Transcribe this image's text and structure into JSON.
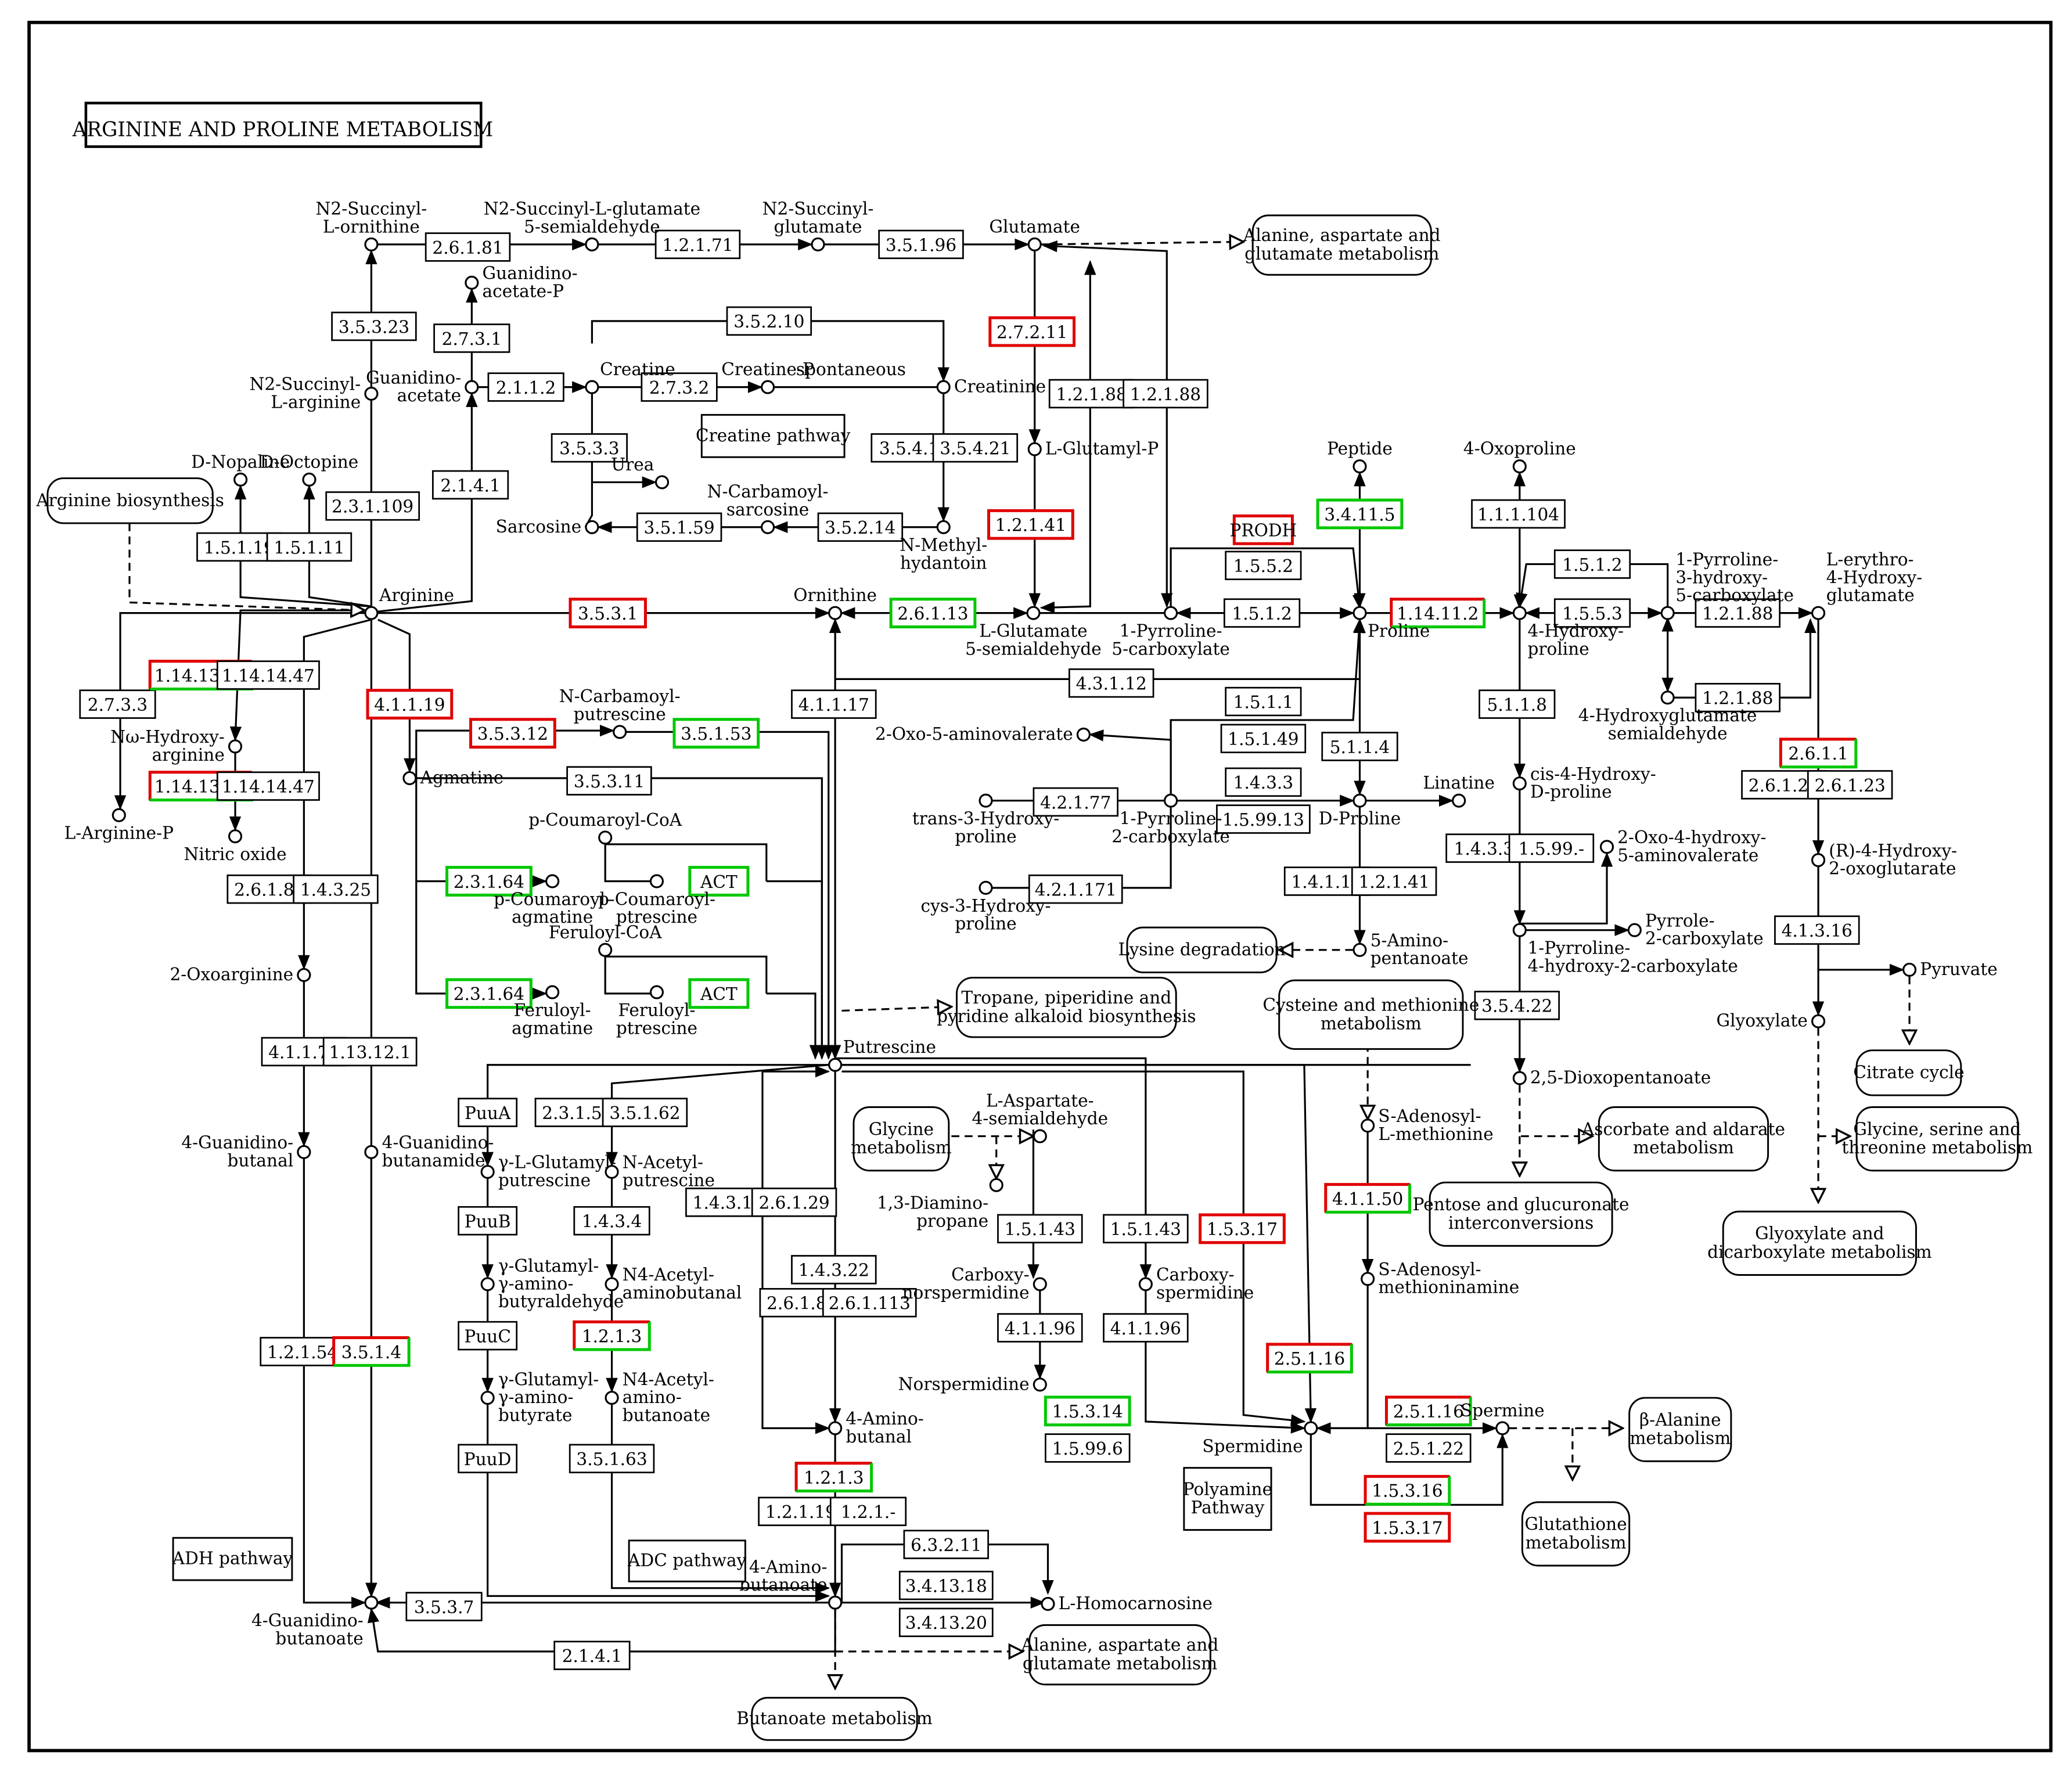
{
  "title": "ARGININE AND PROLINE METABOLISM",
  "colors": {
    "stroke": "#000000",
    "up": "#e00000",
    "down": "#00c800",
    "text": "#000000",
    "background": "#ffffff"
  },
  "enzymes": [
    {
      "id": "e_26181",
      "label": "2.6.1.81",
      "status": "none"
    },
    {
      "id": "e_121171",
      "label": "1.2.1.71",
      "status": "none"
    },
    {
      "id": "e_35196",
      "label": "3.5.1.96",
      "status": "none"
    },
    {
      "id": "e_273_1",
      "label": "2.7.3.1",
      "status": "none"
    },
    {
      "id": "e_35323",
      "label": "3.5.3.23",
      "status": "none"
    },
    {
      "id": "e_35210",
      "label": "3.5.2.10",
      "status": "none"
    },
    {
      "id": "e_27211",
      "label": "2.7.2.11",
      "status": "up"
    },
    {
      "id": "e_1218a",
      "label": "1.2.1.88",
      "status": "none"
    },
    {
      "id": "e_1218b",
      "label": "1.2.1.88",
      "status": "none"
    },
    {
      "id": "e_2112",
      "label": "2.1.1.2",
      "status": "none"
    },
    {
      "id": "e_2732",
      "label": "2.7.3.2",
      "status": "none"
    },
    {
      "id": "e_3533",
      "label": "3.5.3.3",
      "status": "none"
    },
    {
      "id": "e_3541",
      "label": "3.5.4.1",
      "status": "none"
    },
    {
      "id": "e_35421",
      "label": "3.5.4.21",
      "status": "none"
    },
    {
      "id": "e_2141a",
      "label": "2.1.4.1",
      "status": "none"
    },
    {
      "id": "e_231109",
      "label": "2.3.1.109",
      "status": "none"
    },
    {
      "id": "e_15119",
      "label": "1.5.1.19",
      "status": "none"
    },
    {
      "id": "e_15111",
      "label": "1.5.1.11",
      "status": "none"
    },
    {
      "id": "e_35159",
      "label": "3.5.1.59",
      "status": "none"
    },
    {
      "id": "e_35214",
      "label": "3.5.2.14",
      "status": "none"
    },
    {
      "id": "e_12141",
      "label": "1.2.1.41",
      "status": "up"
    },
    {
      "id": "e_prodh",
      "label": "PRODH",
      "status": "up"
    },
    {
      "id": "e_34115",
      "label": "3.4.11.5",
      "status": "down"
    },
    {
      "id": "e_111104",
      "label": "1.1.1.104",
      "status": "none"
    },
    {
      "id": "e_1552",
      "label": "1.5.5.2",
      "status": "none"
    },
    {
      "id": "e_1512a",
      "label": "1.5.1.2",
      "status": "none"
    },
    {
      "id": "e_1512b",
      "label": "1.5.1.2",
      "status": "none"
    },
    {
      "id": "e_1553",
      "label": "1.5.5.3",
      "status": "none"
    },
    {
      "id": "e_12188c",
      "label": "1.2.1.88",
      "status": "none"
    },
    {
      "id": "e_12188d",
      "label": "1.2.1.88",
      "status": "none"
    },
    {
      "id": "e_3531",
      "label": "3.5.3.1",
      "status": "up"
    },
    {
      "id": "e_26113",
      "label": "2.6.1.13",
      "status": "down"
    },
    {
      "id": "e_114112",
      "label": "1.14.11.2",
      "status": "mixed"
    },
    {
      "id": "e_43112",
      "label": "4.3.1.12",
      "status": "none"
    },
    {
      "id": "e_2733",
      "label": "2.7.3.3",
      "status": "none"
    },
    {
      "id": "e_1141339a",
      "label": "1.14.13.39",
      "status": "mixed"
    },
    {
      "id": "e_1141447a",
      "label": "1.14.14.47",
      "status": "none"
    },
    {
      "id": "e_1141339b",
      "label": "1.14.13.39",
      "status": "mixed"
    },
    {
      "id": "e_1141447b",
      "label": "1.14.14.47",
      "status": "none"
    },
    {
      "id": "e_41119",
      "label": "4.1.1.19",
      "status": "up"
    },
    {
      "id": "e_41117",
      "label": "4.1.1.17",
      "status": "none"
    },
    {
      "id": "e_35312",
      "label": "3.5.3.12",
      "status": "up"
    },
    {
      "id": "e_35153",
      "label": "3.5.1.53",
      "status": "down"
    },
    {
      "id": "e_35311",
      "label": "3.5.3.11",
      "status": "none"
    },
    {
      "id": "e_1511",
      "label": "1.5.1.1",
      "status": "none"
    },
    {
      "id": "e_15149",
      "label": "1.5.1.49",
      "status": "none"
    },
    {
      "id": "e_5118",
      "label": "5.1.1.8",
      "status": "none"
    },
    {
      "id": "e_5114",
      "label": "5.1.1.4",
      "status": "none"
    },
    {
      "id": "e_4217",
      "label": "4.2.1.77",
      "status": "none"
    },
    {
      "id": "e_1433a",
      "label": "1.4.3.3",
      "status": "none"
    },
    {
      "id": "e_159913",
      "label": "1.5.99.13",
      "status": "none"
    },
    {
      "id": "e_42171",
      "label": "4.2.1.171",
      "status": "none"
    },
    {
      "id": "e_2611",
      "label": "2.6.1.1",
      "status": "mixed"
    },
    {
      "id": "e_26121",
      "label": "2.6.1.21",
      "status": "none"
    },
    {
      "id": "e_26123",
      "label": "2.6.1.23",
      "status": "none"
    },
    {
      "id": "e_1433b",
      "label": "1.4.3.3",
      "status": "none"
    },
    {
      "id": "e_1599",
      "label": "1.5.99.-",
      "status": "none"
    },
    {
      "id": "e_23164a",
      "label": "2.3.1.64",
      "status": "down"
    },
    {
      "id": "e_acta",
      "label": "ACT",
      "status": "down"
    },
    {
      "id": "e_23164b",
      "label": "2.3.1.64",
      "status": "down"
    },
    {
      "id": "e_actb",
      "label": "ACT",
      "status": "down"
    },
    {
      "id": "e_26184",
      "label": "2.6.1.84",
      "status": "none"
    },
    {
      "id": "e_14325",
      "label": "1.4.3.25",
      "status": "none"
    },
    {
      "id": "e_14112",
      "label": "1.4.1.12",
      "status": "none"
    },
    {
      "id": "e_12141b",
      "label": "1.2.1.41",
      "status": "none"
    },
    {
      "id": "e_41316",
      "label": "4.1.3.16",
      "status": "none"
    },
    {
      "id": "e_35422",
      "label": "3.5.4.22",
      "status": "none"
    },
    {
      "id": "e_41175",
      "label": "4.1.1.75",
      "status": "none"
    },
    {
      "id": "e_1131121",
      "label": "1.13.12.1",
      "status": "none"
    },
    {
      "id": "e_puua",
      "label": "PuuA",
      "status": "none"
    },
    {
      "id": "e_23157",
      "label": "2.3.1.57",
      "status": "none"
    },
    {
      "id": "e_35162",
      "label": "3.5.1.62",
      "status": "none"
    },
    {
      "id": "e_puub",
      "label": "PuuB",
      "status": "none"
    },
    {
      "id": "e_1434",
      "label": "1.4.3.4",
      "status": "none"
    },
    {
      "id": "e_14310",
      "label": "1.4.3.10",
      "status": "none"
    },
    {
      "id": "e_26129",
      "label": "2.6.1.29",
      "status": "none"
    },
    {
      "id": "e_15143a",
      "label": "1.5.1.43",
      "status": "none"
    },
    {
      "id": "e_15143b",
      "label": "1.5.1.43",
      "status": "none"
    },
    {
      "id": "e_15317a",
      "label": "1.5.3.17",
      "status": "up"
    },
    {
      "id": "e_41150",
      "label": "4.1.1.50",
      "status": "mixed"
    },
    {
      "id": "e_14322",
      "label": "1.4.3.22",
      "status": "none"
    },
    {
      "id": "e_26182",
      "label": "2.6.1.82",
      "status": "none"
    },
    {
      "id": "e_261113",
      "label": "2.6.1.113",
      "status": "none"
    },
    {
      "id": "e_41196a",
      "label": "4.1.1.96",
      "status": "none"
    },
    {
      "id": "e_41196b",
      "label": "4.1.1.96",
      "status": "none"
    },
    {
      "id": "e_puuc",
      "label": "PuuC",
      "status": "none"
    },
    {
      "id": "e_1213a",
      "label": "1.2.1.3",
      "status": "mixed"
    },
    {
      "id": "e_12154",
      "label": "1.2.1.54",
      "status": "none"
    },
    {
      "id": "e_3514",
      "label": "3.5.1.4",
      "status": "mixed"
    },
    {
      "id": "e_25116a",
      "label": "2.5.1.16",
      "status": "mixed"
    },
    {
      "id": "e_15314",
      "label": "1.5.3.14",
      "status": "down"
    },
    {
      "id": "e_15996",
      "label": "1.5.99.6",
      "status": "none"
    },
    {
      "id": "e_25116b",
      "label": "2.5.1.16",
      "status": "mixed"
    },
    {
      "id": "e_25122",
      "label": "2.5.1.22",
      "status": "none"
    },
    {
      "id": "e_puud",
      "label": "PuuD",
      "status": "none"
    },
    {
      "id": "e_35163",
      "label": "3.5.1.63",
      "status": "none"
    },
    {
      "id": "e_1213b",
      "label": "1.2.1.3",
      "status": "mixed"
    },
    {
      "id": "e_12119",
      "label": "1.2.1.19",
      "status": "none"
    },
    {
      "id": "e_121dash",
      "label": "1.2.1.-",
      "status": "none"
    },
    {
      "id": "e_15316",
      "label": "1.5.3.16",
      "status": "mixed"
    },
    {
      "id": "e_15317b",
      "label": "1.5.3.17",
      "status": "up"
    },
    {
      "id": "e_63211",
      "label": "6.3.2.11",
      "status": "none"
    },
    {
      "id": "e_341318",
      "label": "3.4.13.18",
      "status": "none"
    },
    {
      "id": "e_341320",
      "label": "3.4.13.20",
      "status": "none"
    },
    {
      "id": "e_3537",
      "label": "3.5.3.7",
      "status": "none"
    },
    {
      "id": "e_2141b",
      "label": "2.1.4.1",
      "status": "none"
    }
  ],
  "compounds": [
    {
      "id": "n2s_orn",
      "label": "N2-Succinyl-\nL-ornithine"
    },
    {
      "id": "n2s_glu_sa",
      "label": "N2-Succinyl-L-glutamate\n5-semialdehyde"
    },
    {
      "id": "n2s_glu",
      "label": "N2-Succinyl-\nglutamate"
    },
    {
      "id": "glutamate",
      "label": "Glutamate"
    },
    {
      "id": "guan_ac_p",
      "label": "Guanidino-\nacetate-P"
    },
    {
      "id": "n2s_arg",
      "label": "N2-Succinyl-\nL-arginine"
    },
    {
      "id": "guan_ac",
      "label": "Guanidino-\nacetate"
    },
    {
      "id": "creatine",
      "label": "Creatine"
    },
    {
      "id": "creatine_p",
      "label": "Creatine-P"
    },
    {
      "id": "creatinine",
      "label": "Creatinine"
    },
    {
      "id": "spontaneous",
      "label": "spontaneous"
    },
    {
      "id": "urea",
      "label": "Urea"
    },
    {
      "id": "l_glu_p",
      "label": "L-Glutamyl-P"
    },
    {
      "id": "peptide",
      "label": "Peptide"
    },
    {
      "id": "oxoproline",
      "label": "4-Oxoproline"
    },
    {
      "id": "d_nopaline",
      "label": "D-Nopaline"
    },
    {
      "id": "d_octopine",
      "label": "D-Octopine"
    },
    {
      "id": "n_carb_sarc",
      "label": "N-Carbamoyl-\nsarcosine"
    },
    {
      "id": "sarcosine",
      "label": "Sarcosine"
    },
    {
      "id": "n_me_hyd",
      "label": "N-Methyl-\nhydantoin"
    },
    {
      "id": "p5c_carbox",
      "label": "1-Pyrroline-\n3-hydroxy-\n5-carboxylate"
    },
    {
      "id": "l_ery_hg",
      "label": "L-erythro-\n4-Hydroxy-\nglutamate"
    },
    {
      "id": "arginine",
      "label": "Arginine"
    },
    {
      "id": "ornithine",
      "label": "Ornithine"
    },
    {
      "id": "l_glu_sa",
      "label": "L-Glutamate\n5-semialdehyde"
    },
    {
      "id": "p5c",
      "label": "1-Pyrroline-\n5-carboxylate"
    },
    {
      "id": "proline",
      "label": "Proline"
    },
    {
      "id": "hydroxyproline",
      "label": "4-Hydroxy-\nproline"
    },
    {
      "id": "hg_sa",
      "label": "4-Hydroxyglutamate\nsemialdehyde"
    },
    {
      "id": "nw_oh_arg",
      "label": "Nω-Hydroxy-\narginine"
    },
    {
      "id": "n_carb_put",
      "label": "N-Carbamoyl-\nputrescine"
    },
    {
      "id": "oxo_aminoval",
      "label": "2-Oxo-5-aminovalerate"
    },
    {
      "id": "agmatine",
      "label": "Agmatine"
    },
    {
      "id": "p_coum_coa",
      "label": "p-Coumaroyl-CoA"
    },
    {
      "id": "linatine",
      "label": "Linatine"
    },
    {
      "id": "l_arg_p",
      "label": "L-Arginine-P"
    },
    {
      "id": "nitric_oxide",
      "label": "Nitric oxide"
    },
    {
      "id": "cis_hyp",
      "label": "cis-4-Hydroxy-\nD-proline"
    },
    {
      "id": "trans3hyp",
      "label": "trans-3-Hydroxy-\nproline"
    },
    {
      "id": "p2c",
      "label": "1-Pyrroline-\n2-carboxylate"
    },
    {
      "id": "d_proline",
      "label": "D-Proline"
    },
    {
      "id": "oxo4aminoval",
      "label": "2-Oxo-4-hydroxy-\n5-aminovalerate"
    },
    {
      "id": "r4hog",
      "label": "(R)-4-Hydroxy-\n2-oxoglutarate"
    },
    {
      "id": "p_coum_agm",
      "label": "p-Coumaroyl-\nagmatine"
    },
    {
      "id": "p_coum_ptr",
      "label": "p-Coumaroyl-\nptrescine"
    },
    {
      "id": "cys3hyp",
      "label": "cys-3-Hydroxy-\nproline"
    },
    {
      "id": "pyrrole2c",
      "label": "Pyrrole-\n2-carboxylate"
    },
    {
      "id": "p4h2c",
      "label": "1-Pyrroline-\n4-hydroxy-2-carboxylate"
    },
    {
      "id": "aminopent",
      "label": "5-Amino-\npentanoate"
    },
    {
      "id": "feruloyl_coa",
      "label": "Feruloyl-CoA"
    },
    {
      "id": "oxoarginine",
      "label": "2-Oxoarginine"
    },
    {
      "id": "pyruvate",
      "label": "Pyruvate"
    },
    {
      "id": "glyoxylate",
      "label": "Glyoxylate"
    },
    {
      "id": "fer_agm",
      "label": "Feruloyl-\nagmatine"
    },
    {
      "id": "fer_ptr",
      "label": "Feruloyl-\nptrescine"
    },
    {
      "id": "putrescine",
      "label": "Putrescine"
    },
    {
      "id": "dioxopent",
      "label": "2,5-Dioxopentanoate"
    },
    {
      "id": "l_asp_sa",
      "label": "L-Aspartate-\n4-semialdehyde"
    },
    {
      "id": "same",
      "label": "S-Adenosyl-\nL-methionine"
    },
    {
      "id": "guanbutanal",
      "label": "4-Guanidino-\nbutanal"
    },
    {
      "id": "guanbutanamide",
      "label": "4-Guanidino-\nbutanamide"
    },
    {
      "id": "glu_put",
      "label": "γ-L-Glutamyl-\nputrescine"
    },
    {
      "id": "n_ac_put",
      "label": "N-Acetyl-\nputrescine"
    },
    {
      "id": "diaminoprop",
      "label": "1,3-Diamino-\npropane"
    },
    {
      "id": "glu_aba",
      "label": "γ-Glutamyl-\nγ-amino-\nbutyraldehyde"
    },
    {
      "id": "n4_ac_ab",
      "label": "N4-Acetyl-\naminobutanal"
    },
    {
      "id": "carb_norsp",
      "label": "Carboxy-\nnorspermidine"
    },
    {
      "id": "carb_sp",
      "label": "Carboxy-\nspermidine"
    },
    {
      "id": "s_ad_meth",
      "label": "S-Adenosyl-\nmethioninamine"
    },
    {
      "id": "glu_ab",
      "label": "γ-Glutamyl-\nγ-amino-\nbutyrate"
    },
    {
      "id": "n4_ac_abt",
      "label": "N4-Acetyl-\namino-\nbutanoate"
    },
    {
      "id": "norspermidine",
      "label": "Norspermidine"
    },
    {
      "id": "aminobutanal",
      "label": "4-Amino-\nbutanal"
    },
    {
      "id": "spermine",
      "label": "Spermine"
    },
    {
      "id": "spermidine",
      "label": "Spermidine"
    },
    {
      "id": "aminobutanoate",
      "label": "4-Amino-\nbutanoate"
    },
    {
      "id": "homocarnosine",
      "label": "L-Homocarnosine"
    },
    {
      "id": "guanbutanoate",
      "label": "4-Guanidino-\nbutanoate"
    }
  ],
  "pathway_links": [
    {
      "id": "p_ala_top",
      "label": "Alanine, aspartate and\nglutamate metabolism"
    },
    {
      "id": "p_arg_bio",
      "label": "Arginine biosynthesis"
    },
    {
      "id": "p_lysine",
      "label": "Lysine degradation"
    },
    {
      "id": "p_tropane",
      "label": "Tropane, piperidine and\npyridine alkaloid biosynthesis"
    },
    {
      "id": "p_cys_met",
      "label": "Cysteine and methionine\nmetabolism"
    },
    {
      "id": "p_citrate",
      "label": "Citrate cycle"
    },
    {
      "id": "p_glycine_meta",
      "label": "Glycine\nmetabolism"
    },
    {
      "id": "p_ascorbate",
      "label": "Ascorbate and aldarate\nmetabolism"
    },
    {
      "id": "p_gly_ser",
      "label": "Glycine, serine and\nthreonine metabolism"
    },
    {
      "id": "p_pentose",
      "label": "Pentose and glucuronate\ninterconversions"
    },
    {
      "id": "p_glyox",
      "label": "Glyoxylate and\ndicarboxylate metabolism"
    },
    {
      "id": "p_bala",
      "label": "β-Alanine\nmetabolism"
    },
    {
      "id": "p_glutathione",
      "label": "Glutathione\nmetabolism"
    },
    {
      "id": "p_ala_bot",
      "label": "Alanine, aspartate and\nglutamate metabolism"
    },
    {
      "id": "p_butanoate",
      "label": "Butanoate metabolism"
    }
  ],
  "labels": [
    {
      "id": "l_creatine_pw",
      "label": "Creatine pathway"
    },
    {
      "id": "l_polyamine",
      "label": "Polyamine\nPathway"
    },
    {
      "id": "l_adh",
      "label": "ADH pathway"
    },
    {
      "id": "l_adc",
      "label": "ADC pathway"
    }
  ]
}
